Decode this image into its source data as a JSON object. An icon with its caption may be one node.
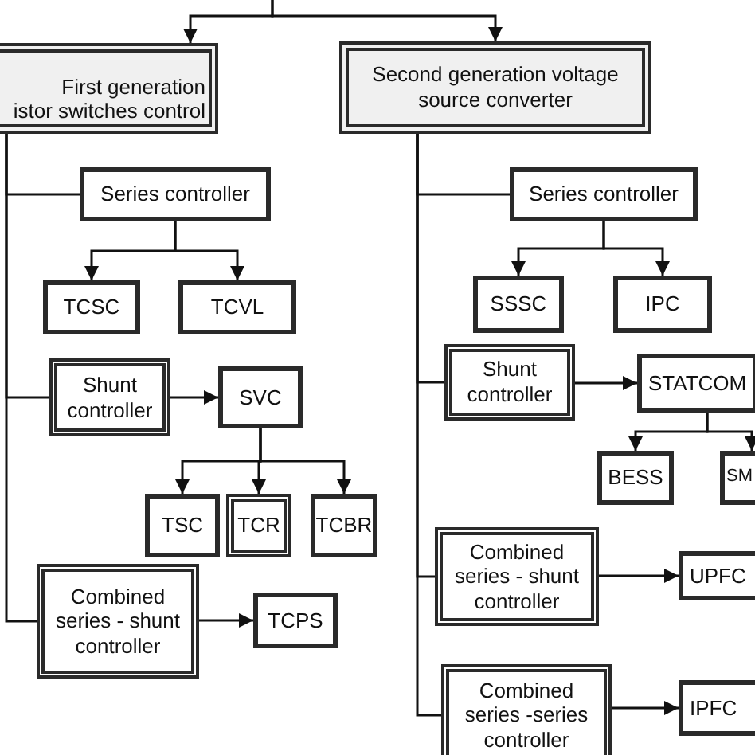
{
  "diagram": {
    "nodes": [
      {
        "text": [
          "First generation",
          "istor switches control"
        ]
      },
      {
        "text": [
          "Second generation voltage source converter"
        ]
      },
      {
        "text": [
          "Series controller"
        ]
      },
      {
        "text": [
          "TCSC"
        ]
      },
      {
        "text": [
          "TCVL"
        ]
      },
      {
        "text": [
          "Shunt controller"
        ]
      },
      {
        "text": [
          "SVC"
        ]
      },
      {
        "text": [
          "TSC"
        ]
      },
      {
        "text": [
          "TCR"
        ]
      },
      {
        "text": [
          "TCBR"
        ]
      },
      {
        "text": [
          "Combined series - shunt controller"
        ]
      },
      {
        "text": [
          "TCPS"
        ]
      },
      {
        "text": [
          "Series controller"
        ]
      },
      {
        "text": [
          "SSSC"
        ]
      },
      {
        "text": [
          "IPC"
        ]
      },
      {
        "text": [
          "Shunt controller"
        ]
      },
      {
        "text": [
          "STATCOM"
        ]
      },
      {
        "text": [
          "BESS"
        ]
      },
      {
        "text": [
          "SM"
        ]
      },
      {
        "text": [
          "Combined series - shunt controller"
        ]
      },
      {
        "text": [
          "UPFC"
        ]
      },
      {
        "text": [
          "Combined series -series controller"
        ]
      },
      {
        "text": [
          "IPFC"
        ]
      }
    ],
    "edges": [
      {
        "from": null,
        "to": 0,
        "arrow": "to"
      },
      {
        "from": null,
        "to": 1,
        "arrow": "to"
      },
      {
        "from": 0,
        "to": 2,
        "arrow": "none"
      },
      {
        "from": 2,
        "to": 3,
        "arrow": "to"
      },
      {
        "from": 2,
        "to": 4,
        "arrow": "to"
      },
      {
        "from": 0,
        "to": 5,
        "arrow": "none"
      },
      {
        "from": 5,
        "to": 6,
        "arrow": "to"
      },
      {
        "from": 6,
        "to": 7,
        "arrow": "to"
      },
      {
        "from": 6,
        "to": 8,
        "arrow": "to"
      },
      {
        "from": 6,
        "to": 9,
        "arrow": "to"
      },
      {
        "from": 0,
        "to": 10,
        "arrow": "none"
      },
      {
        "from": 10,
        "to": 11,
        "arrow": "to"
      },
      {
        "from": 1,
        "to": 12,
        "arrow": "none"
      },
      {
        "from": 12,
        "to": 13,
        "arrow": "to"
      },
      {
        "from": 12,
        "to": 14,
        "arrow": "to"
      },
      {
        "from": 1,
        "to": 15,
        "arrow": "none"
      },
      {
        "from": 15,
        "to": 16,
        "arrow": "to"
      },
      {
        "from": 16,
        "to": 17,
        "arrow": "to"
      },
      {
        "from": 16,
        "to": 18,
        "arrow": "to"
      },
      {
        "from": 1,
        "to": 19,
        "arrow": "none"
      },
      {
        "from": 19,
        "to": 20,
        "arrow": "to"
      },
      {
        "from": 1,
        "to": 21,
        "arrow": "none"
      },
      {
        "from": 21,
        "to": 22,
        "arrow": "to"
      }
    ]
  }
}
